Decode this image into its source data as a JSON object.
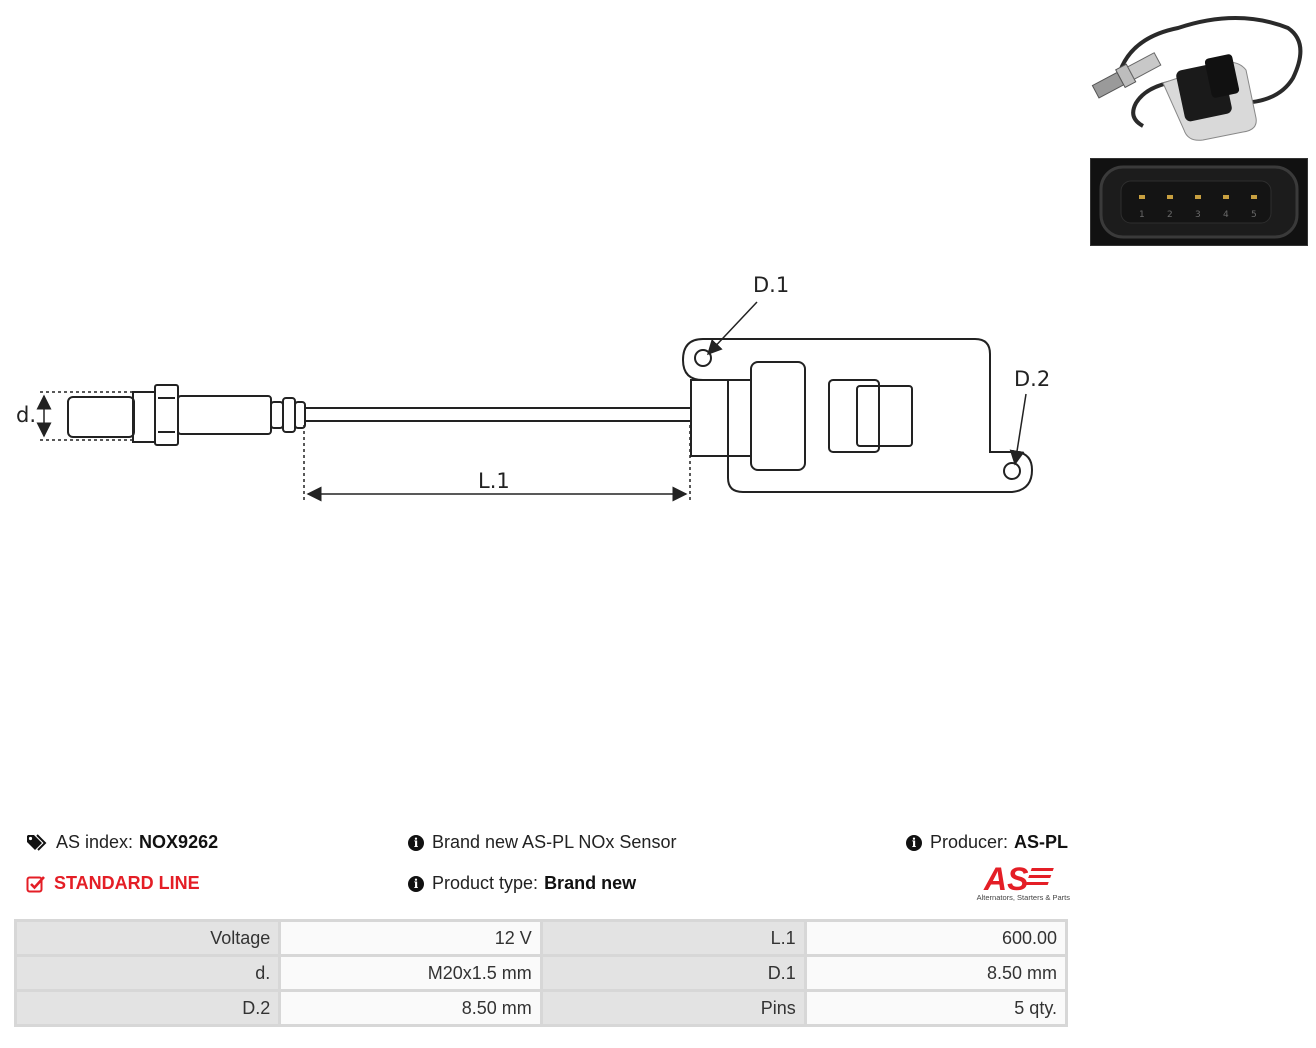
{
  "drawing": {
    "labels": {
      "d": "d.",
      "l1": "L.1",
      "d1": "D.1",
      "d2": "D.2"
    }
  },
  "photos": {
    "connector_pins": [
      "1",
      "2",
      "3",
      "4",
      "5"
    ]
  },
  "info": {
    "as_index_label": "AS index:",
    "as_index_value": "NOX9262",
    "line": "STANDARD LINE",
    "description": "Brand new AS-PL NOx Sensor",
    "product_type_label": "Product type:",
    "product_type_value": "Brand new",
    "producer_label": "Producer:",
    "producer_value": "AS-PL"
  },
  "logo": {
    "mark": "AS",
    "tagline": "Alternators, Starters & Parts",
    "color": "#e41e26"
  },
  "specs": [
    {
      "k1": "Voltage",
      "v1": "12 V",
      "k2": "L.1",
      "v2": "600.00"
    },
    {
      "k1": "d.",
      "v1": "M20x1.5 mm",
      "k2": "D.1",
      "v2": "8.50 mm"
    },
    {
      "k1": "D.2",
      "v1": "8.50 mm",
      "k2": "Pins",
      "v2": "5 qty."
    }
  ],
  "icons": {
    "tags": "tags-icon",
    "check": "check-square-icon",
    "info": "info-circle-icon"
  }
}
